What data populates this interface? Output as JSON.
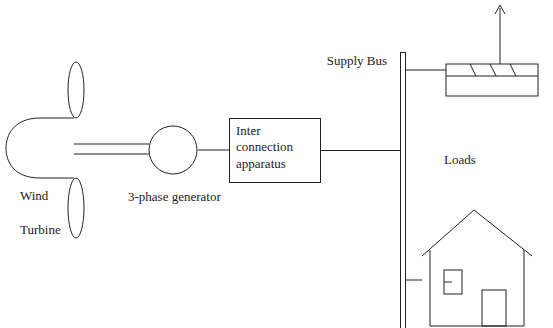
{
  "diagram": {
    "nodes": [
      {
        "text": [
          "3-phase generator"
        ]
      },
      {
        "text": [
          "Inter connection apparatus"
        ]
      },
      {
        "text": [
          "Supply Bus"
        ]
      }
    ],
    "edges": [
      {
        "from": 0,
        "to": 1,
        "arrow": "none"
      },
      {
        "from": 1,
        "to": 2,
        "arrow": "none"
      }
    ],
    "labels": [
      "Wind",
      "Turbine",
      "Loads"
    ]
  }
}
